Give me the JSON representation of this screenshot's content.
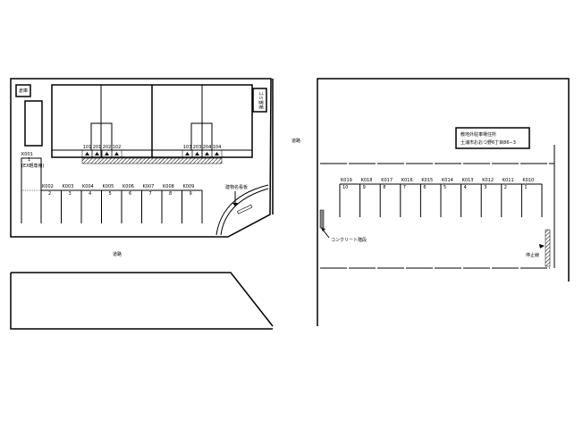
{
  "labels": {
    "storage": "倉庫",
    "garbage": "ゴミ置場",
    "road_center": "道路",
    "road_left": "道路",
    "sign": "建物名看板",
    "offsite_title": "敷地外駐車場住所",
    "offsite_address": "土浦市おおつ野6丁目86−3",
    "concrete_step": "コンクリート階段",
    "stop_line": "停止線",
    "k001": "K001",
    "k001_num": "1",
    "k001_note": "(EX軽専用)"
  },
  "rooms": [
    "101",
    "201",
    "202",
    "102",
    "103",
    "203",
    "204",
    "104"
  ],
  "left_spots": [
    {
      "id": "K002",
      "num": "2"
    },
    {
      "id": "K003",
      "num": "3"
    },
    {
      "id": "K004",
      "num": "4"
    },
    {
      "id": "K005",
      "num": "5"
    },
    {
      "id": "K006",
      "num": "6"
    },
    {
      "id": "K007",
      "num": "7"
    },
    {
      "id": "K008",
      "num": "8"
    },
    {
      "id": "K009",
      "num": "9"
    }
  ],
  "right_spots": [
    {
      "id": "K019",
      "num": "10"
    },
    {
      "id": "K018",
      "num": "9"
    },
    {
      "id": "K017",
      "num": "8"
    },
    {
      "id": "K016",
      "num": "7"
    },
    {
      "id": "K015",
      "num": "6"
    },
    {
      "id": "K014",
      "num": "5"
    },
    {
      "id": "K013",
      "num": "4"
    },
    {
      "id": "K012",
      "num": "3"
    },
    {
      "id": "K011",
      "num": "2"
    },
    {
      "id": "K010",
      "num": "1"
    }
  ]
}
